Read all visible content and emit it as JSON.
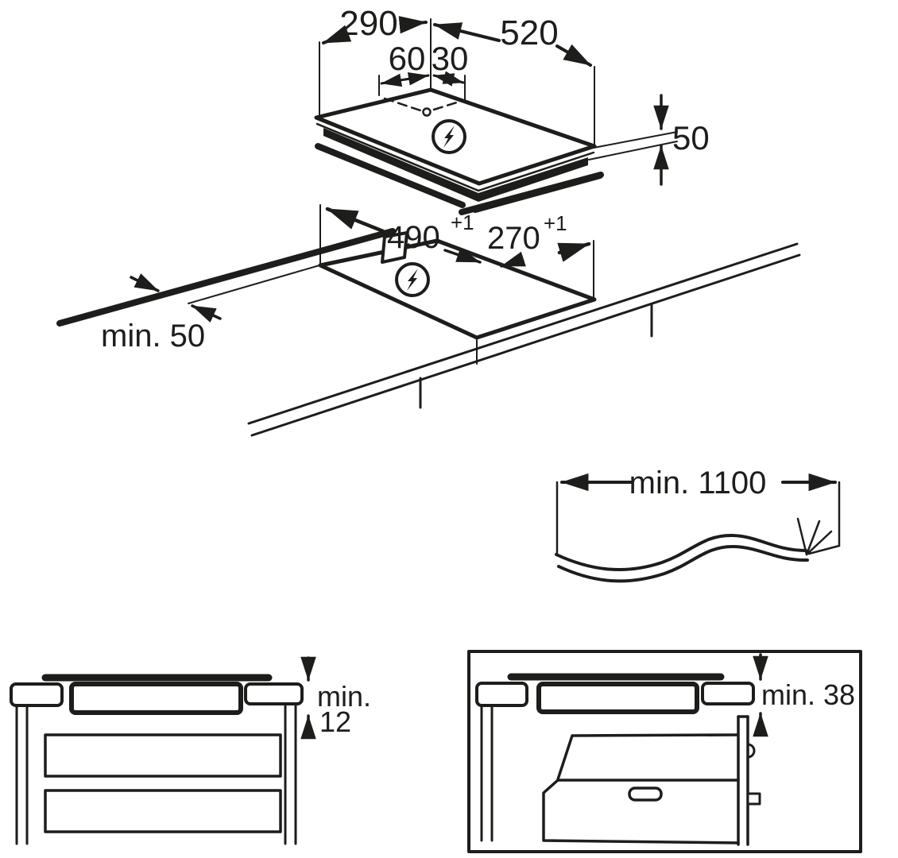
{
  "palette": {
    "background": "#ffffff",
    "ink": "#1d1d1b"
  },
  "icons": {
    "power": "lightning-bolt-circle"
  },
  "hob_view": {
    "width": "290",
    "depth": "520",
    "cable_offset_left": "60",
    "cable_offset_right": "30",
    "height": "50"
  },
  "cutout_view": {
    "length": "490",
    "length_tolerance": "+1",
    "width": "270",
    "width_tolerance": "+1",
    "edge_clearance": "min. 50"
  },
  "cable_view": {
    "min_length": "min. 1100"
  },
  "drawer_section": {
    "clearance_word": "min.",
    "clearance_value": "12"
  },
  "oven_section": {
    "clearance": "min. 38"
  }
}
